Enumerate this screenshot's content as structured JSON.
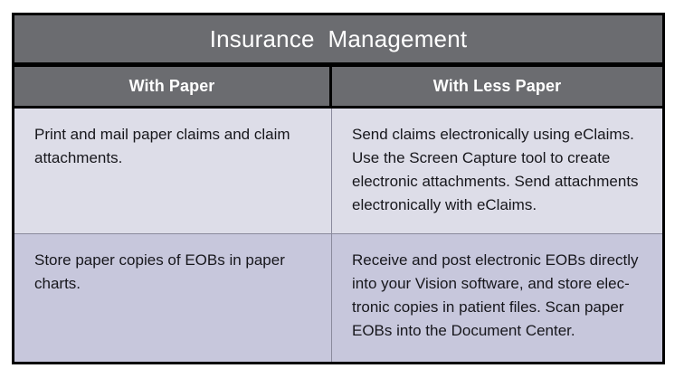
{
  "table": {
    "title": "Insurance  Management",
    "colors": {
      "header_background": "#6b6c70",
      "header_text": "#ffffff",
      "border": "#000000",
      "row1_background": "#dddde8",
      "row2_background": "#c7c7dc",
      "body_text": "#17171c",
      "inner_rule": "#8a8a9c"
    },
    "columns": [
      {
        "label": "With Paper"
      },
      {
        "label": "With Less Paper"
      }
    ],
    "rows": [
      {
        "with_paper": "Print and mail paper claims and claim attachments.",
        "with_less_paper": "Send claims electronically using eClaims. Use the Screen Capture tool to create electronic attachments. Send attachments electronically with eClaims."
      },
      {
        "with_paper": "Store paper copies of EOBs in paper charts.",
        "with_less_paper": "Receive and post electronic EOBs directly into your Vision software, and store elec-tronic copies in patient files. Scan paper EOBs into the Document Center."
      }
    ]
  }
}
